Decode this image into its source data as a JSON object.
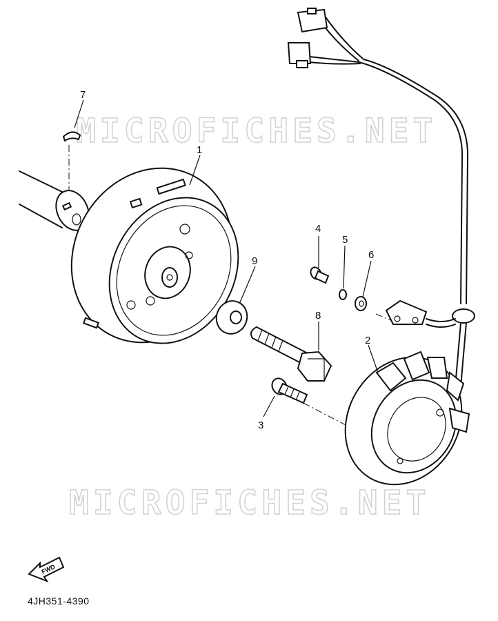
{
  "watermark": "MICROFICHES.NET",
  "diagram_code": "4JH351-4390",
  "fwd_label": "FWD",
  "callouts": [
    "1",
    "2",
    "3",
    "4",
    "5",
    "6",
    "7",
    "8",
    "9"
  ]
}
